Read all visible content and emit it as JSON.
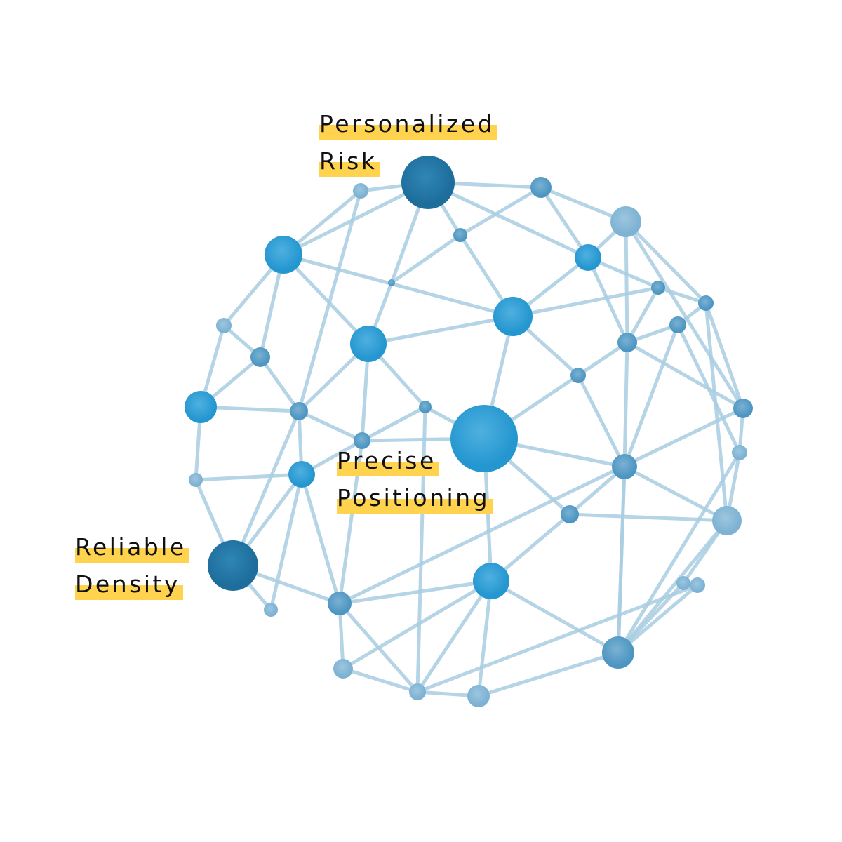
{
  "labels": {
    "personalized_risk": [
      "Personalized",
      "Risk"
    ],
    "precise_positioning": [
      "Precise",
      "Positioning"
    ],
    "reliable_density": [
      "Reliable",
      "Density"
    ]
  },
  "colors": {
    "edge": "#A9CDE2",
    "node_dark": "#1E6E9C",
    "node_bright": "#2597D0",
    "node_mid": "#4E96C2",
    "node_light": "#7DB2D3",
    "highlight": "#FFD34E",
    "text": "#111111"
  }
}
